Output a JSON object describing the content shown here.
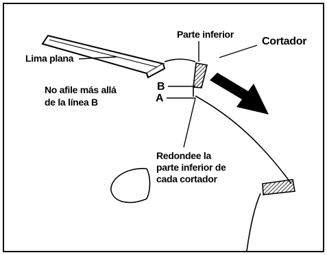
{
  "labels": {
    "file": "Lima plana",
    "bottom_part": "Parte inferior",
    "cutter": "Cortador",
    "warning_line1": "No afile más allá",
    "warning_line2": "de la línea B",
    "line_b": "B",
    "line_a": "A",
    "round_line1": "Redondee la",
    "round_line2": "parte inferior de",
    "round_line3": "cada cortador"
  }
}
